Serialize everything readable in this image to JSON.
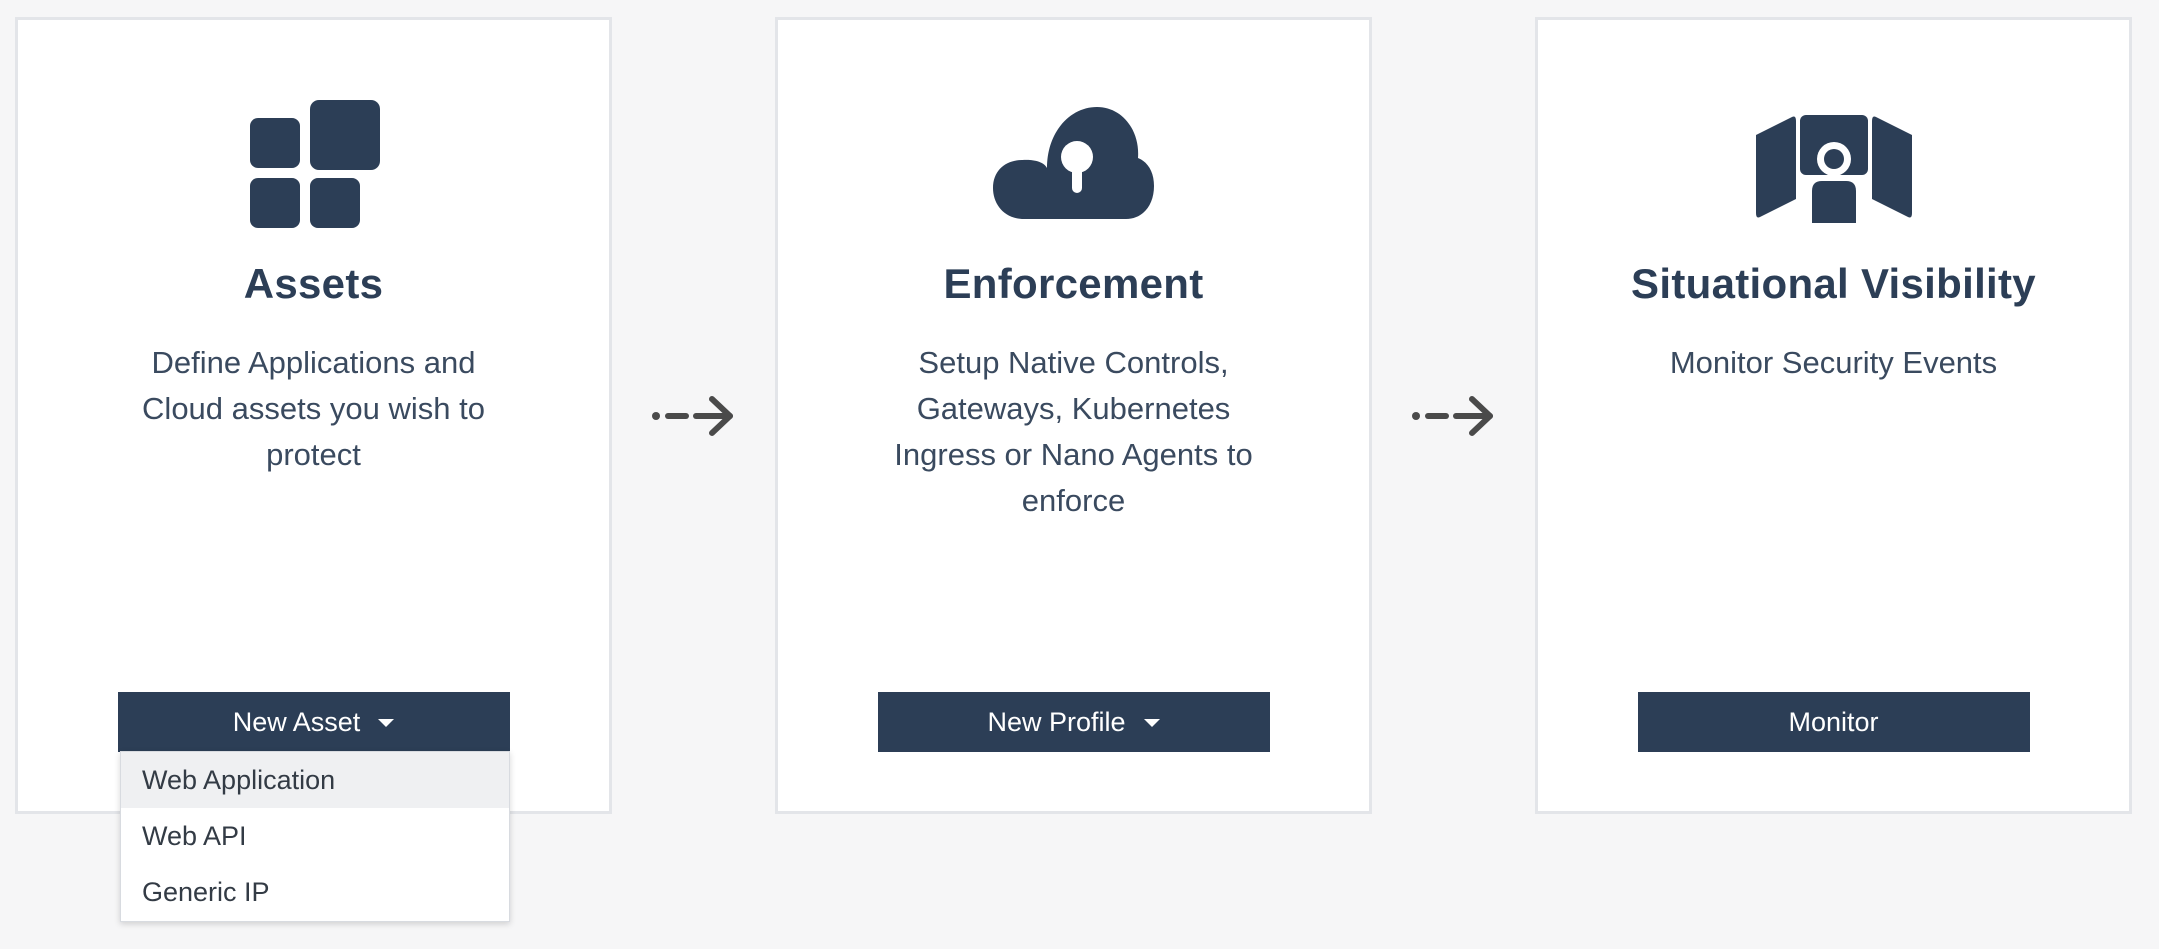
{
  "cards": {
    "assets": {
      "icon": "grid-blocks-icon",
      "title": "Assets",
      "description": "Define Applications and Cloud assets you wish to protect",
      "button_label": "New Asset",
      "dropdown_items": [
        "Web Application",
        "Web API",
        "Generic IP"
      ],
      "highlighted_item": "Web Application"
    },
    "enforcement": {
      "icon": "cloud-lock-icon",
      "title": "Enforcement",
      "description": "Setup Native Controls, Gateways, Kubernetes Ingress or Nano Agents to enforce",
      "button_label": "New Profile"
    },
    "visibility": {
      "icon": "monitor-person-icon",
      "title": "Situational Visibility",
      "description": "Monitor Security Events",
      "button_label": "Monitor"
    }
  },
  "connectors": [
    "dashed-arrow-right-icon",
    "dashed-arrow-right-icon"
  ],
  "colors": {
    "primary": "#2c3e56",
    "page_background": "#f6f6f7",
    "card_border": "#e3e5e9",
    "menu_highlight": "#eff0f2"
  }
}
